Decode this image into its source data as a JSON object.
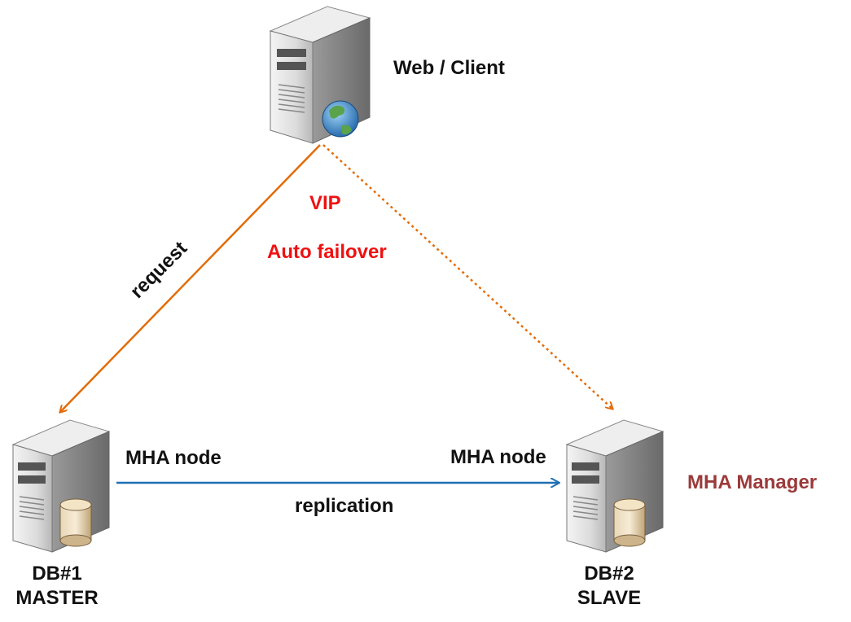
{
  "client": {
    "label": "Web / Client"
  },
  "vip": {
    "label": "VIP",
    "sublabel": "Auto failover"
  },
  "request": {
    "label": "request"
  },
  "master": {
    "node_label": "MHA node",
    "name": "DB#1",
    "role": "MASTER"
  },
  "slave": {
    "node_label": "MHA node",
    "name": "DB#2",
    "role": "SLAVE",
    "manager_label": "MHA Manager"
  },
  "replication": {
    "label": "replication"
  },
  "colors": {
    "request_arrow": "#e36c09",
    "failover_arrow": "#e36c09",
    "replication_arrow": "#1f6fb4",
    "vip_text": "#ee1111",
    "manager_text": "#9b3a3a"
  }
}
